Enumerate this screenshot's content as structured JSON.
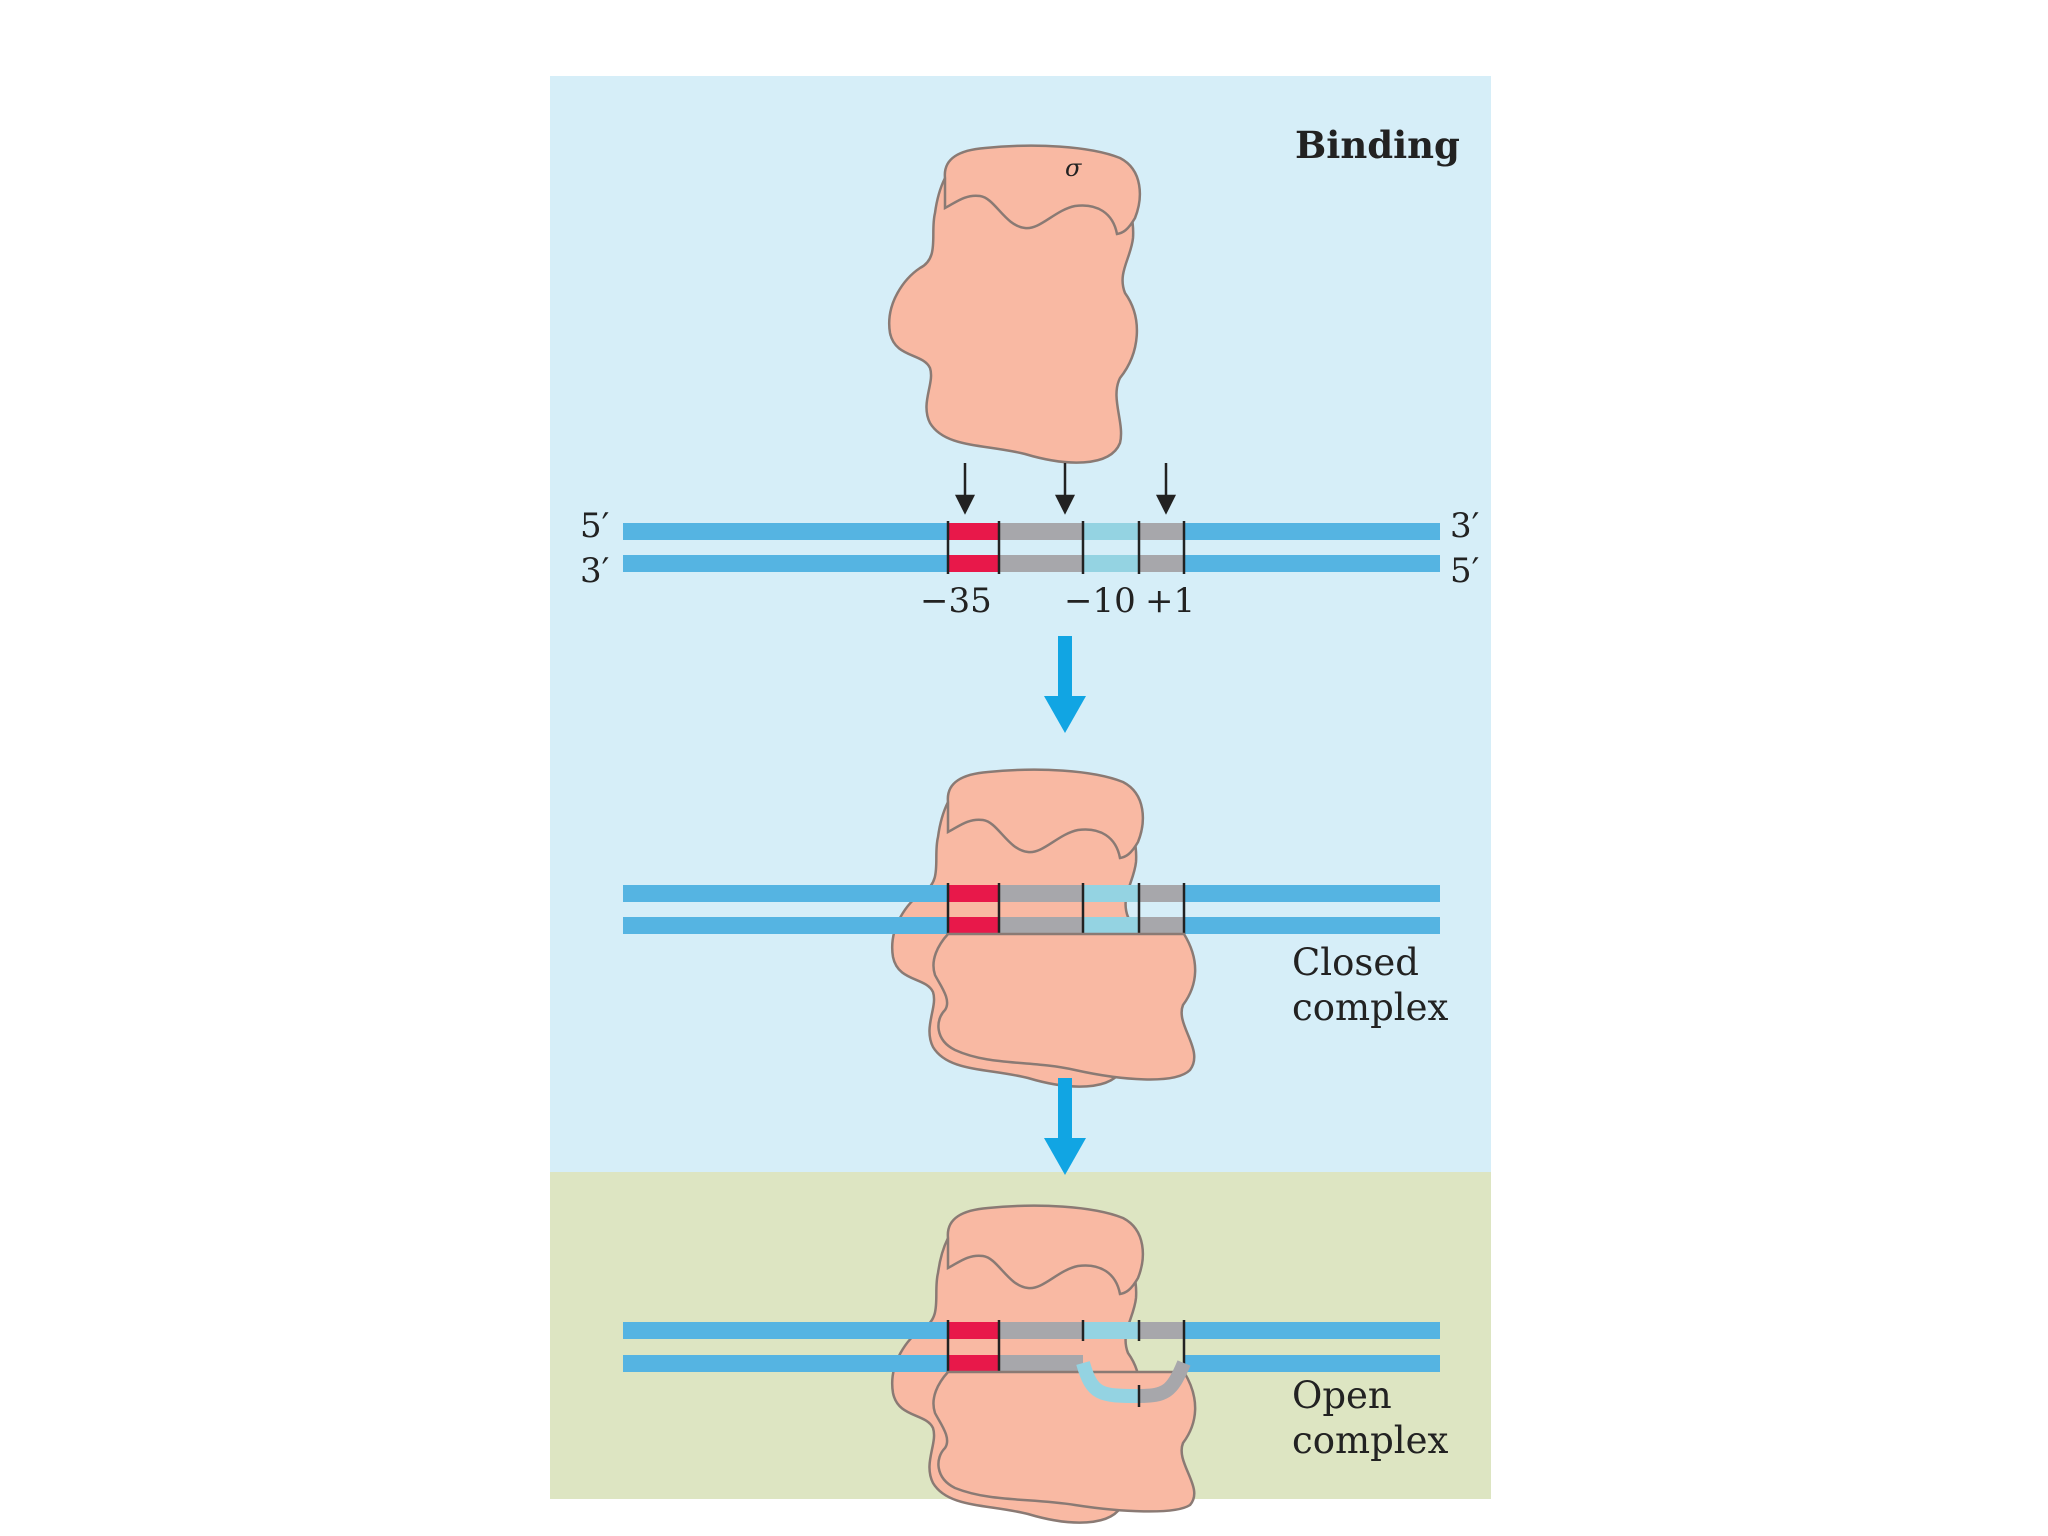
{
  "stages": {
    "binding": "Binding",
    "closed_line1": "Closed",
    "closed_line2": "complex",
    "open_line1": "Open",
    "open_line2": "complex"
  },
  "sigma_label": "σ",
  "strand_ends": {
    "top_left": "5′",
    "top_right": "3′",
    "bottom_left": "3′",
    "bottom_right": "5′"
  },
  "positions": {
    "minus35": "−35",
    "minus10": "−10",
    "plus1": "+1"
  },
  "colors": {
    "binding_bg": "#d6eef8",
    "open_bg": "#dde5c2",
    "polymerase": "#f9b9a3",
    "polymerase_outline": "#8a7a74",
    "dna": "#55b4e2",
    "minus35_box": "#e8184a",
    "spacer": "#a7a7ab",
    "minus10_box": "#94d3e2",
    "step_arrow": "#11a5e3"
  }
}
